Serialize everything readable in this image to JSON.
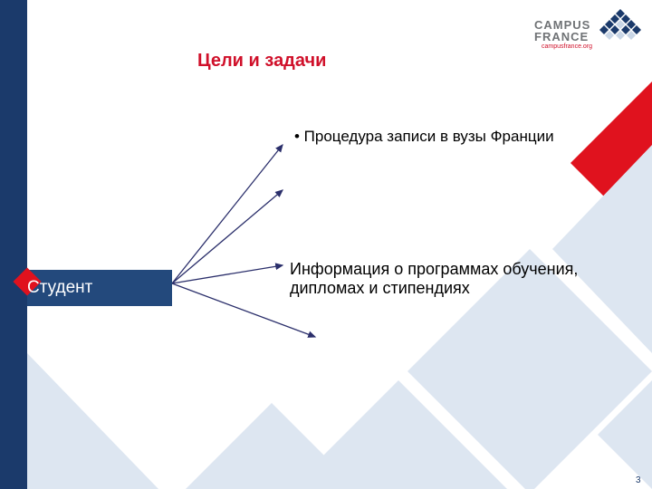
{
  "slide": {
    "title": "Цели и задачи",
    "student_label": "Студент",
    "procedure_text": "• Процедура записи в вузы Франции",
    "info_text": "Информация о программах обучения, дипломах и стипендиях",
    "page_number": "3"
  },
  "logo": {
    "line1": "CAMPUS",
    "line2": "FRANCE",
    "url": "campusfrance.org"
  },
  "colors": {
    "accent_red": "#d0102a",
    "navy": "#23497c",
    "light_blue_bg": "#dde6f1"
  }
}
